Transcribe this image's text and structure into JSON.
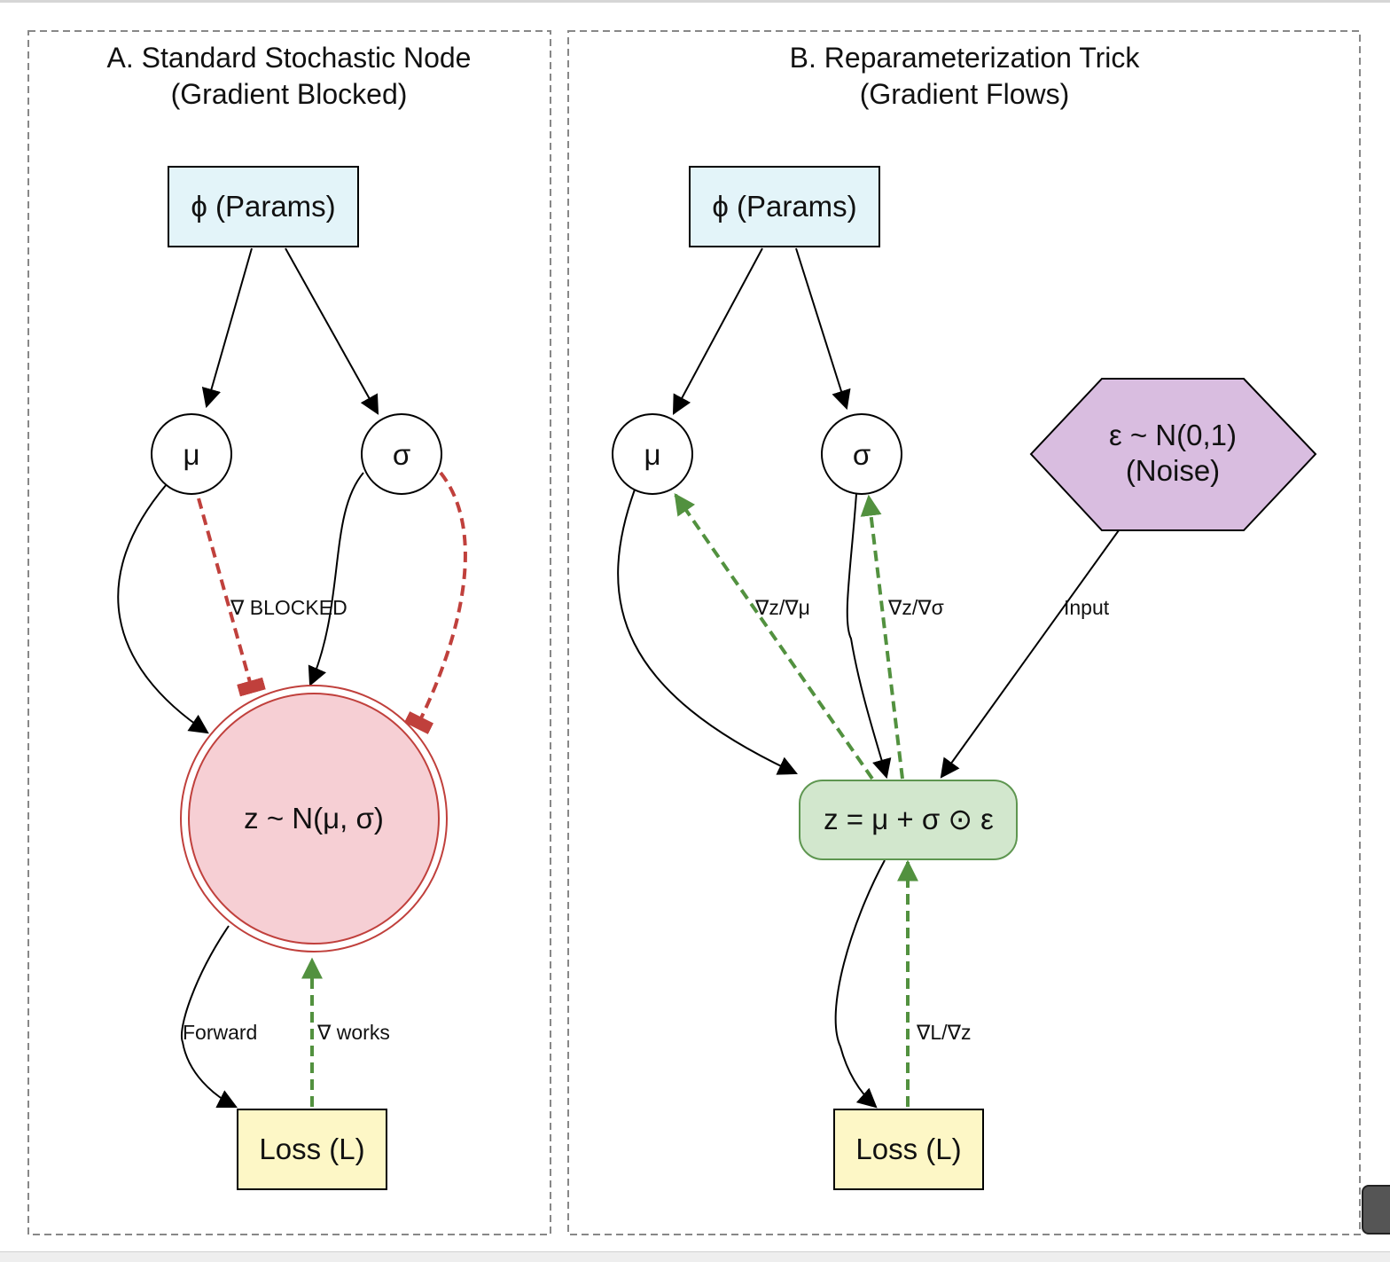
{
  "panel_a": {
    "title_line1": "A. Standard Stochastic Node",
    "title_line2": "(Gradient Blocked)",
    "params_label": "ϕ (Params)",
    "mu_label": "μ",
    "sigma_label": "σ",
    "z_label": "z ~ N(μ, σ)",
    "loss_label": "Loss (L)",
    "edge_blocked_label": "∇ BLOCKED",
    "edge_forward_label": "Forward",
    "edge_grad_label": "∇ works"
  },
  "panel_b": {
    "title_line1": "B. Reparameterization Trick",
    "title_line2": "(Gradient Flows)",
    "params_label": "ϕ (Params)",
    "mu_label": "μ",
    "sigma_label": "σ",
    "noise_line1": "ε ~ N(0,1)",
    "noise_line2": "(Noise)",
    "z_label": "z = μ + σ ⊙ ε",
    "loss_label": "Loss (L)",
    "edge_dz_dmu": "∇z/∇μ",
    "edge_dz_dsigma": "∇z/∇σ",
    "edge_input": "Input",
    "edge_dl_dz": "∇L/∇z"
  },
  "colors": {
    "params_fill": "#e3f4f9",
    "z_blocked_fill": "#f6cfd4",
    "z_blocked_stroke": "#c0403c",
    "z_reparam_fill": "#d2e7cd",
    "z_reparam_stroke": "#5e9650",
    "loss_fill": "#fdf7c6",
    "noise_fill": "#d9bde0",
    "blocked_edge": "#c0403c",
    "gradient_edge": "#52913f",
    "panel_border": "#888888"
  }
}
